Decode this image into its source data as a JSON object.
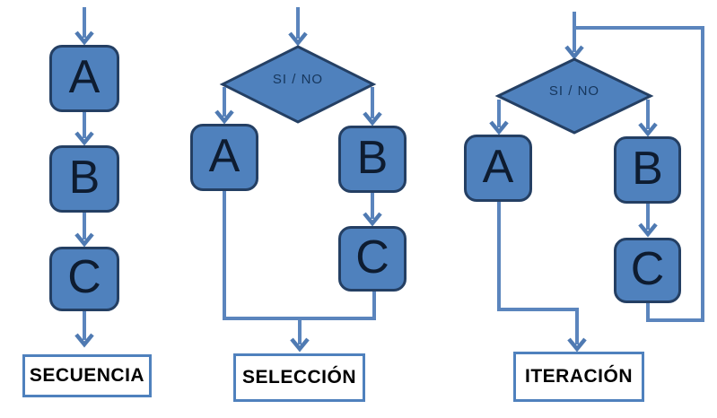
{
  "diagram": {
    "kind": "flowchart-control-structures",
    "colors": {
      "box_fill": "#4f81bd",
      "box_border": "#243f63",
      "connector": "#5b85bd",
      "caption_border": "#4f81bd",
      "letter_text": "#0e1c30",
      "decision_text": "#16365c",
      "caption_text": "#000000",
      "background": "#ffffff"
    },
    "sections": [
      {
        "name": "sequence",
        "caption": "SECUENCIA",
        "boxes": [
          "A",
          "B",
          "C"
        ]
      },
      {
        "name": "selection",
        "caption": "SELECCIÓN",
        "decision": "SI / NO",
        "boxes": [
          "A",
          "B",
          "C"
        ]
      },
      {
        "name": "iteration",
        "caption": "ITERACIÓN",
        "decision": "SI / NO",
        "boxes": [
          "A",
          "B",
          "C"
        ]
      }
    ]
  }
}
